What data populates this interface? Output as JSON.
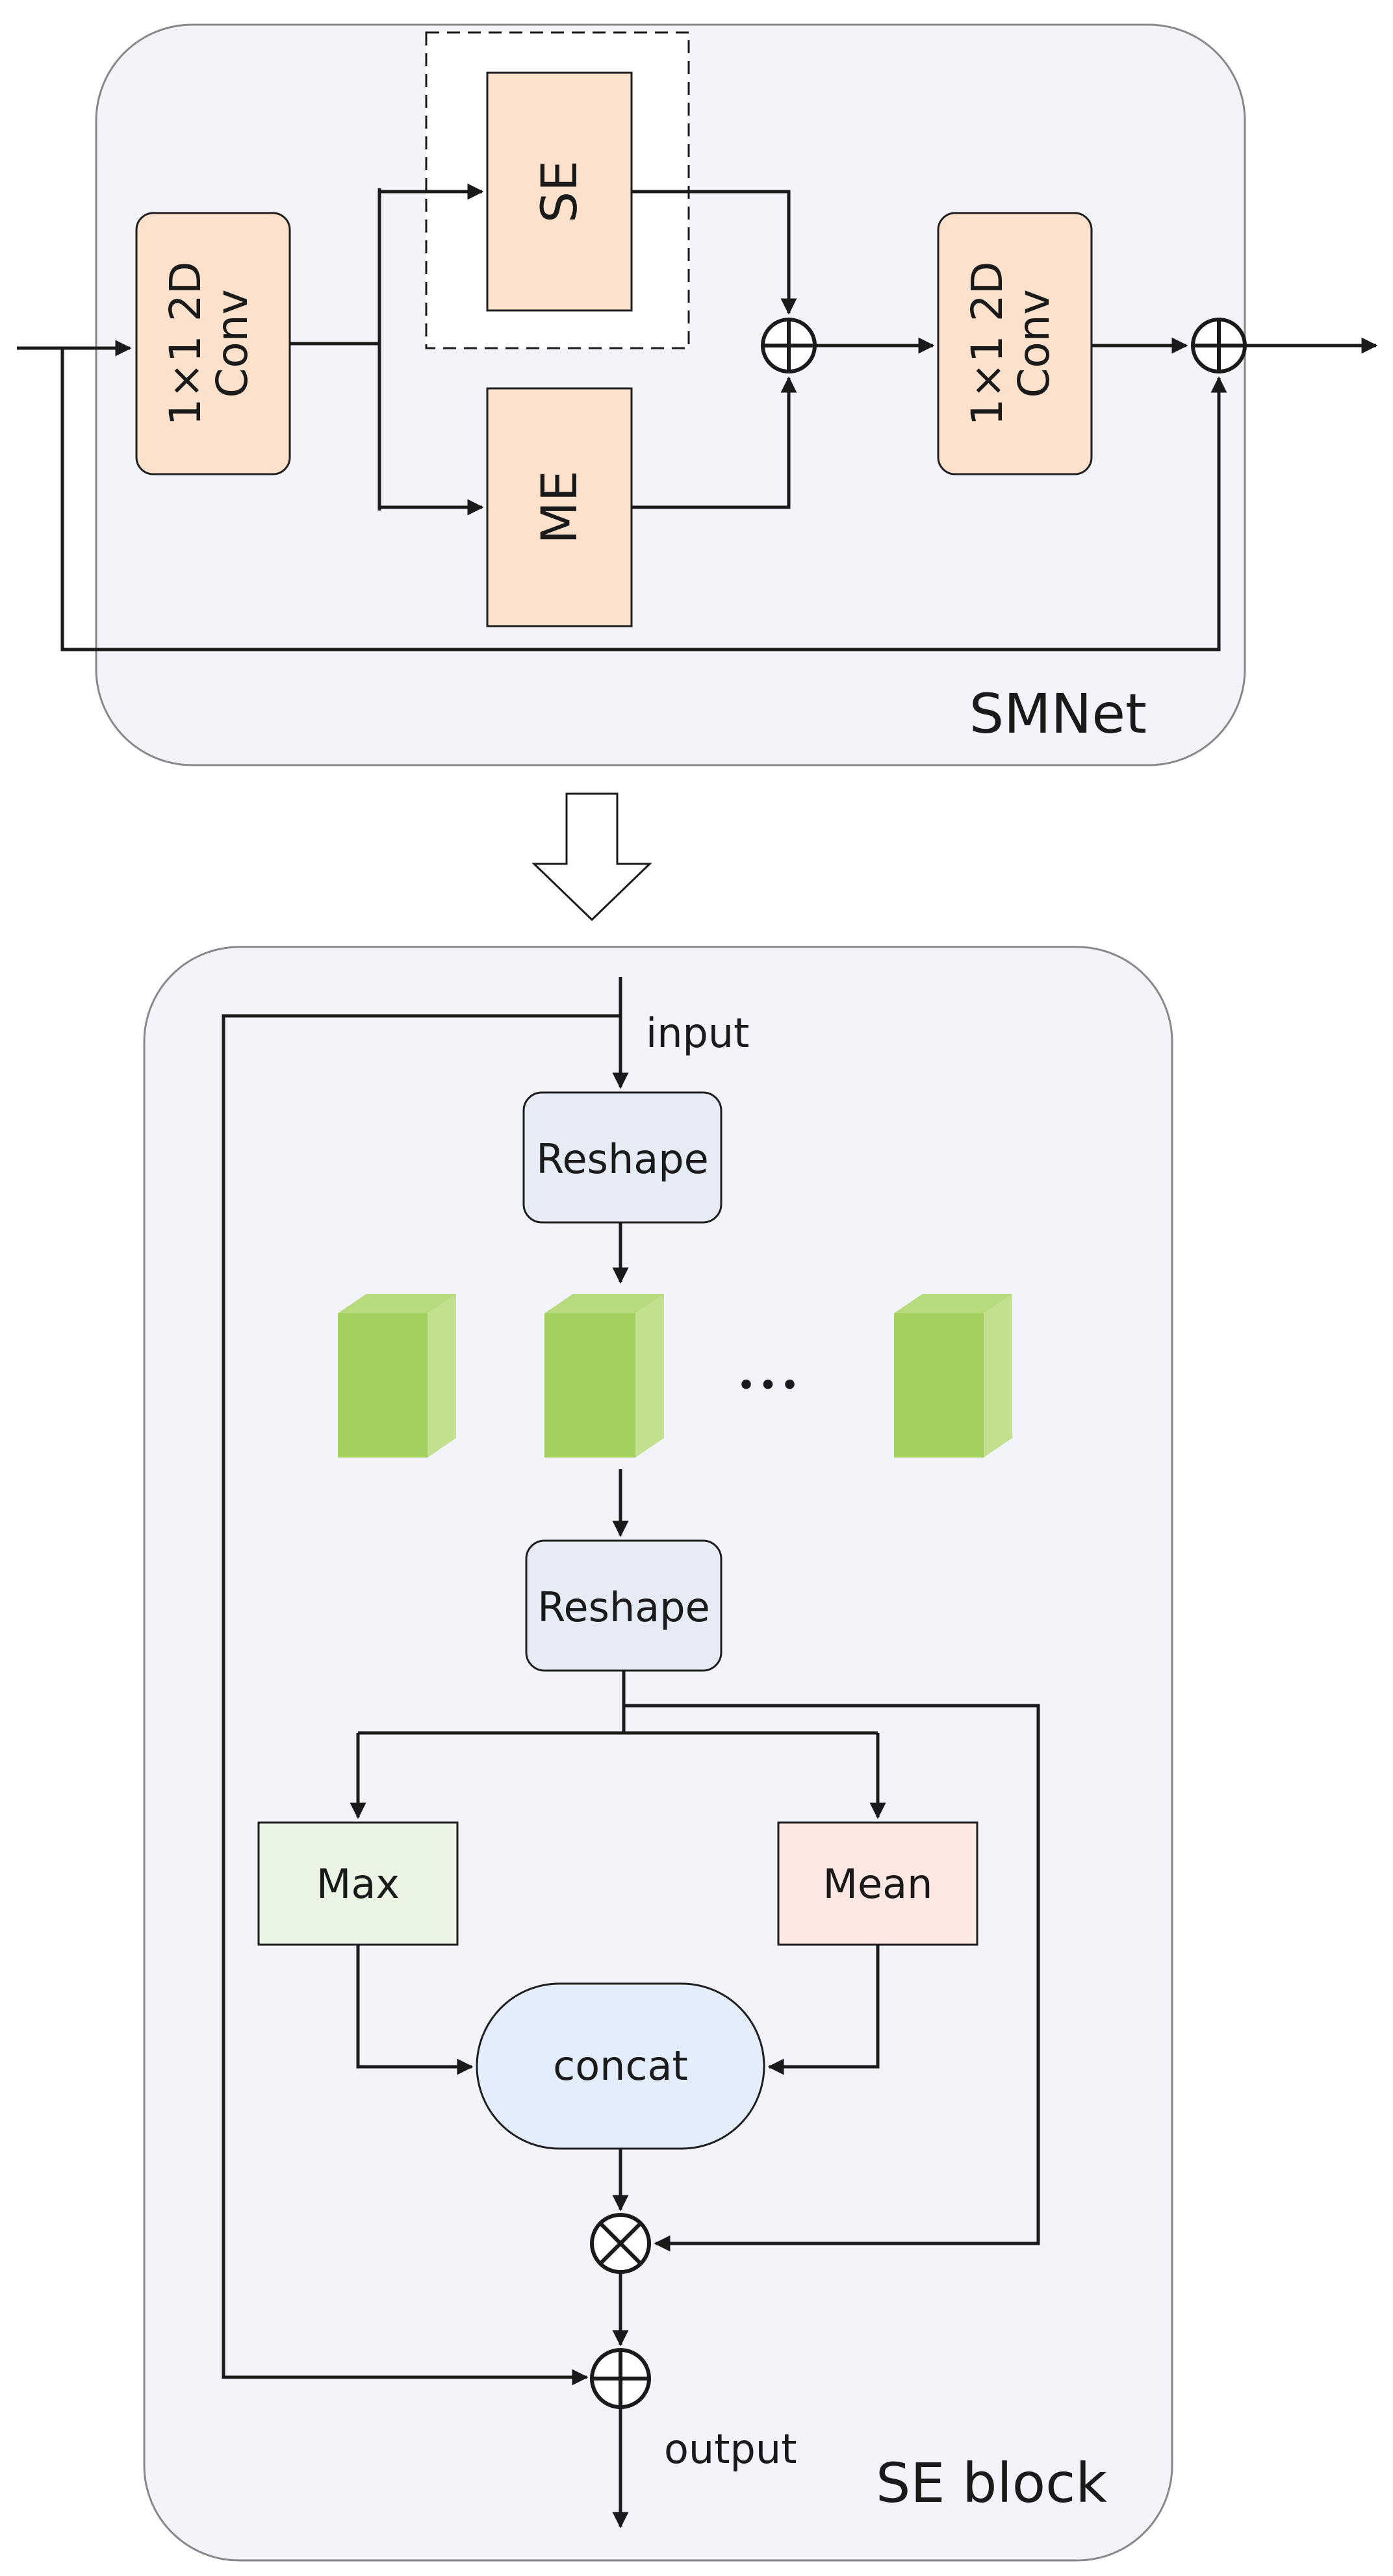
{
  "smnet": {
    "title": "SMNet",
    "conv_in": {
      "line1": "1×1 2D",
      "line2": "Conv"
    },
    "se": "SE",
    "me": "ME",
    "conv_out": {
      "line1": "1×1 2D",
      "line2": "Conv"
    }
  },
  "se_block": {
    "title": "SE block",
    "input": "input",
    "reshape_1": "Reshape",
    "ellipsis": "•••",
    "reshape_2": "Reshape",
    "max": "Max",
    "mean": "Mean",
    "concat": "concat",
    "output": "output"
  },
  "colors": {
    "panel": "#f2f4f9",
    "conv_block": "#fce2cc",
    "reshape_block": "#e6ebf5",
    "max_block": "#ebf5e6",
    "mean_block": "#fce8e2",
    "concat_block": "#e4eefa",
    "cube_front": "#a3cf5f",
    "cube_side": "#c2e08e"
  }
}
